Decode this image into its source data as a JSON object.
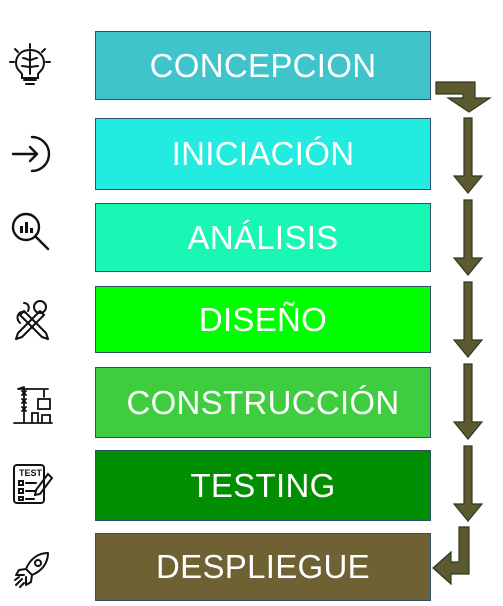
{
  "stages": [
    {
      "label": "CONCEPCION",
      "color": "#3fc4cc",
      "icon": "lightbulb-brain-icon"
    },
    {
      "label": "INICIACIÓN",
      "color": "#22ece0",
      "icon": "enter-arrow-icon"
    },
    {
      "label": "ANÁLISIS",
      "color": "#19f7b4",
      "icon": "magnifier-chart-icon"
    },
    {
      "label": "DISEÑO",
      "color": "#00ff00",
      "icon": "design-tools-icon"
    },
    {
      "label": "CONSTRUCCIÓN",
      "color": "#3fcc3f",
      "icon": "construction-crane-icon"
    },
    {
      "label": "TESTING",
      "color": "#018f01",
      "icon": "test-checklist-icon"
    },
    {
      "label": "DESPLIEGUE",
      "color": "#6e6133",
      "icon": "rocket-icon"
    }
  ],
  "icon_texts": {
    "test": "TEST"
  },
  "arrow_color": "#5c5a2e"
}
